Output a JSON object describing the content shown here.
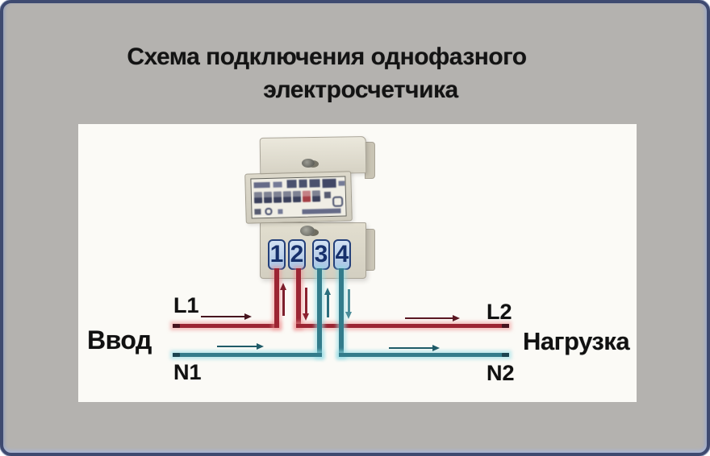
{
  "title": {
    "line1": "Схема подключения однофазного",
    "line2": "электросчетчика"
  },
  "diagram": {
    "input_label": "Ввод",
    "load_label": "Нагрузка",
    "phase_in_label": "L1",
    "neutral_in_label": "N1",
    "phase_out_label": "L2",
    "neutral_out_label": "N2",
    "terminals": [
      "1",
      "2",
      "3",
      "4"
    ],
    "connections": {
      "phase_in_to_terminal": "1",
      "phase_out_from_terminal": "2",
      "neutral_in_to_terminal": "3",
      "neutral_out_from_terminal": "4"
    },
    "colors": {
      "phase_wire": "#9c2533",
      "neutral_wire": "#337c8b",
      "terminal_fill": "#bdd2ea",
      "terminal_border": "#24407a",
      "frame_border": "#3e4a70",
      "frame_background": "#b4b2af",
      "panel_background": "#fbfaf6"
    }
  }
}
